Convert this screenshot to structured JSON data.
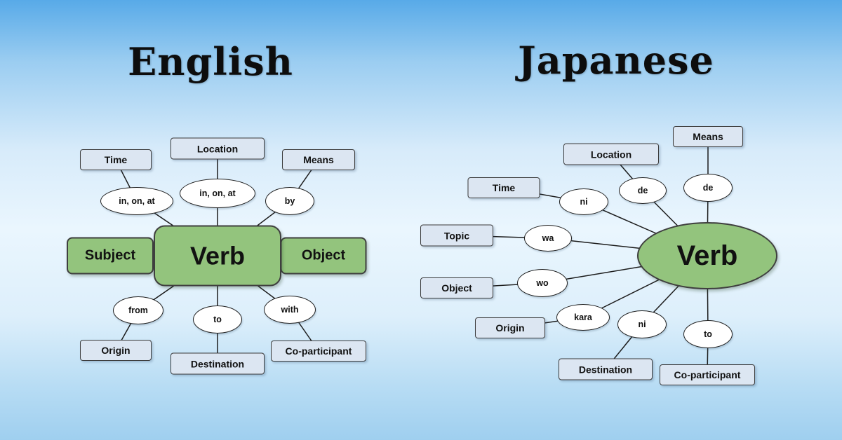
{
  "titles": {
    "left": "English",
    "right": "Japanese"
  },
  "english": {
    "core": {
      "subject": "Subject",
      "verb": "Verb",
      "object": "Object"
    },
    "relations": [
      {
        "box": "Time",
        "particle": "in, on, at"
      },
      {
        "box": "Location",
        "particle": "in, on, at"
      },
      {
        "box": "Means",
        "particle": "by"
      },
      {
        "box": "Origin",
        "particle": "from"
      },
      {
        "box": "Destination",
        "particle": "to"
      },
      {
        "box": "Co-participant",
        "particle": "with"
      }
    ]
  },
  "japanese": {
    "verb": "Verb",
    "relations": [
      {
        "box": "Means",
        "particle": "de"
      },
      {
        "box": "Location",
        "particle": "de"
      },
      {
        "box": "Time",
        "particle": "ni"
      },
      {
        "box": "Topic",
        "particle": "wa"
      },
      {
        "box": "Object",
        "particle": "wo"
      },
      {
        "box": "Origin",
        "particle": "kara"
      },
      {
        "box": "Destination",
        "particle": "ni"
      },
      {
        "box": "Co-participant",
        "particle": "to"
      }
    ]
  },
  "colors": {
    "verb_green": "#93c47d",
    "box_fill": "#dce6f2",
    "ellipse_fill": "#ffffff",
    "background_top": "#58aae8",
    "background_middle": "#eaf6fe",
    "background_bottom": "#9fcfef",
    "line": "#1c1c1c"
  }
}
